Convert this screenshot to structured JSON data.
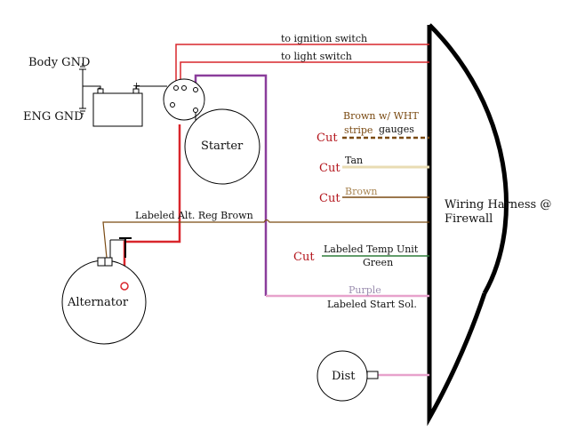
{
  "labels": {
    "ignition": "to ignition switch",
    "light": "to light switch",
    "body_gnd": "Body GND",
    "eng_gnd": "ENG GND",
    "battery_neg": "-",
    "battery_pos": "+",
    "starter": "Starter",
    "alternator": "Alternator",
    "dist": "Dist",
    "harness_line1": "Wiring Harness @",
    "harness_line2": "Firewall",
    "alt_reg": "Labeled Alt. Reg Brown",
    "brown_wht_1": "Brown w/ WHT",
    "brown_wht_2": "stripe",
    "gauges": "gauges",
    "tan": "Tan",
    "brown": "Brown",
    "temp_1": "Labeled Temp Unit",
    "temp_2": "Green",
    "purple": "Purple",
    "start_sol": "Labeled Start Sol.",
    "cut": "Cut"
  },
  "colors": {
    "red": "#d9262c",
    "purple": "#8a3d9b",
    "pink": "#e7a2cc",
    "brown": "#7a4a12",
    "tan": "#e9dcb3",
    "green": "#2f7d3a",
    "cut": "#b3141b",
    "black": "#000000"
  }
}
